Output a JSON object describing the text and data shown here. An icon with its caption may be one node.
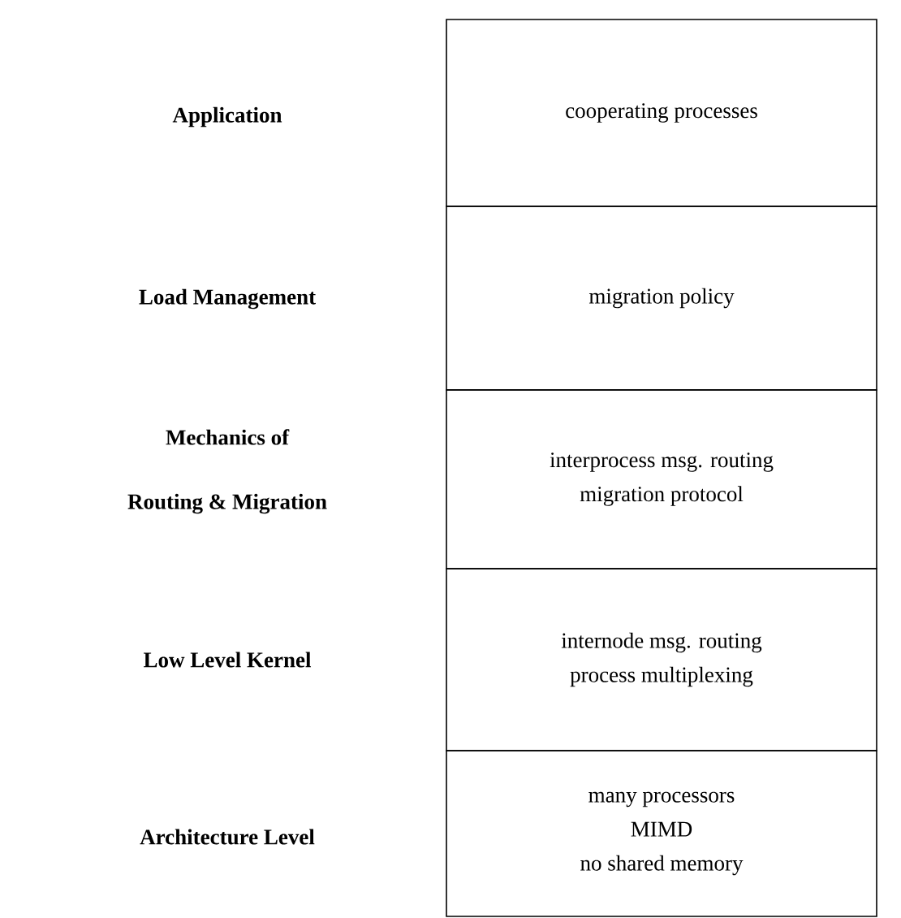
{
  "diagram": {
    "nodes": [
      {
        "text": [
          "cooperating processes"
        ]
      },
      {
        "text": [
          "migration policy"
        ]
      },
      {
        "text": [
          "interprocess msg. routing",
          "migration protocol"
        ]
      },
      {
        "text": [
          "internode msg. routing",
          "process multiplexing"
        ]
      },
      {
        "text": [
          "many processors",
          "MIMD",
          "no shared memory"
        ]
      }
    ],
    "labels": [
      "Application",
      "Load Management",
      "Mechanics of",
      "Routing & Migration",
      "Low Level Kernel",
      "Architecture Level"
    ]
  }
}
